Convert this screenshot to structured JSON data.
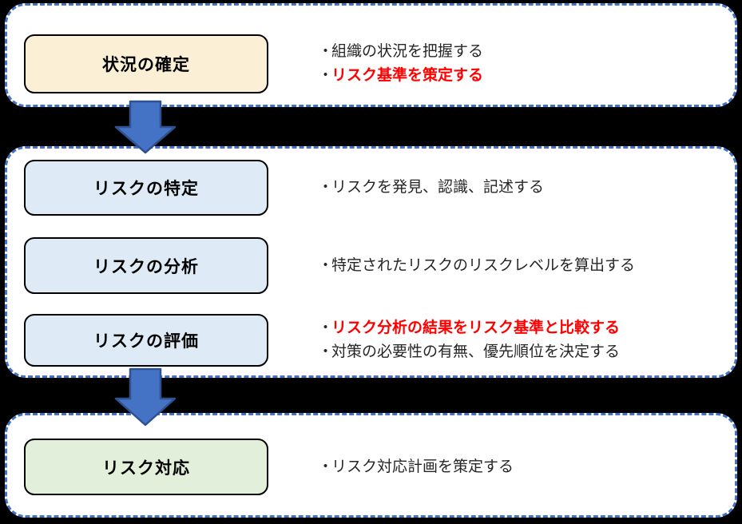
{
  "canvas": {
    "background": "#000000"
  },
  "glyphs": {
    "bullet": "・"
  },
  "colors": {
    "panel_background": "#FFFFFF",
    "panel_border": "#4472C4",
    "arrow_fill": "#4472C4",
    "arrow_stroke": "#2F528F",
    "box_border": "#000000",
    "box_yellow": "#FBEFD5",
    "box_blue": "#DEEAF6",
    "box_green": "#E2EFDA",
    "text": "#262626",
    "emphasis_text": "#FF0000"
  },
  "sections": {
    "context": {
      "box_label": "状況の確定",
      "bullets": [
        {
          "text": "組織の状況を把握する",
          "emphasis": false
        },
        {
          "text": "リスク基準を策定する",
          "emphasis": true
        }
      ]
    },
    "assessment": {
      "rows": [
        {
          "box_label": "リスクの特定",
          "bullets": [
            {
              "text": "リスクを発見、認識、記述する",
              "emphasis": false
            }
          ]
        },
        {
          "box_label": "リスクの分析",
          "bullets": [
            {
              "text": "特定されたリスクのリスクレベルを算出する",
              "emphasis": false
            }
          ]
        },
        {
          "box_label": "リスクの評価",
          "bullets": [
            {
              "text": "リスク分析の結果をリスク基準と比較する",
              "emphasis": true
            },
            {
              "text": "対策の必要性の有無、優先順位を決定する",
              "emphasis": false
            }
          ]
        }
      ]
    },
    "treatment": {
      "box_label": "リスク対応",
      "bullets": [
        {
          "text": "リスク対応計画を策定する",
          "emphasis": false
        }
      ]
    }
  }
}
